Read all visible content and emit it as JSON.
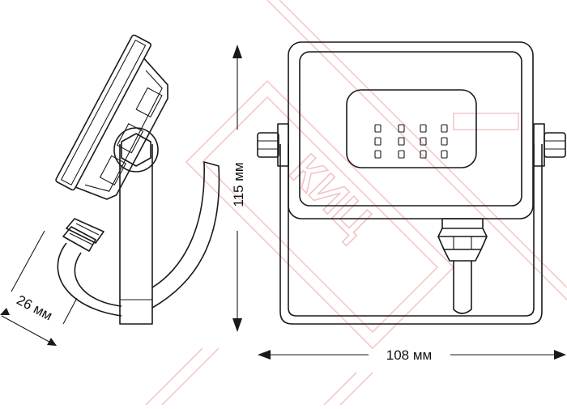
{
  "dimensions": {
    "height": "115 мм",
    "width": "108 мм",
    "depth": "26 мм"
  },
  "watermark": {
    "text": "КИЦ",
    "color": "#f2c4c4"
  },
  "colors": {
    "line": "#1a1a1a",
    "background": "#ffffff"
  }
}
